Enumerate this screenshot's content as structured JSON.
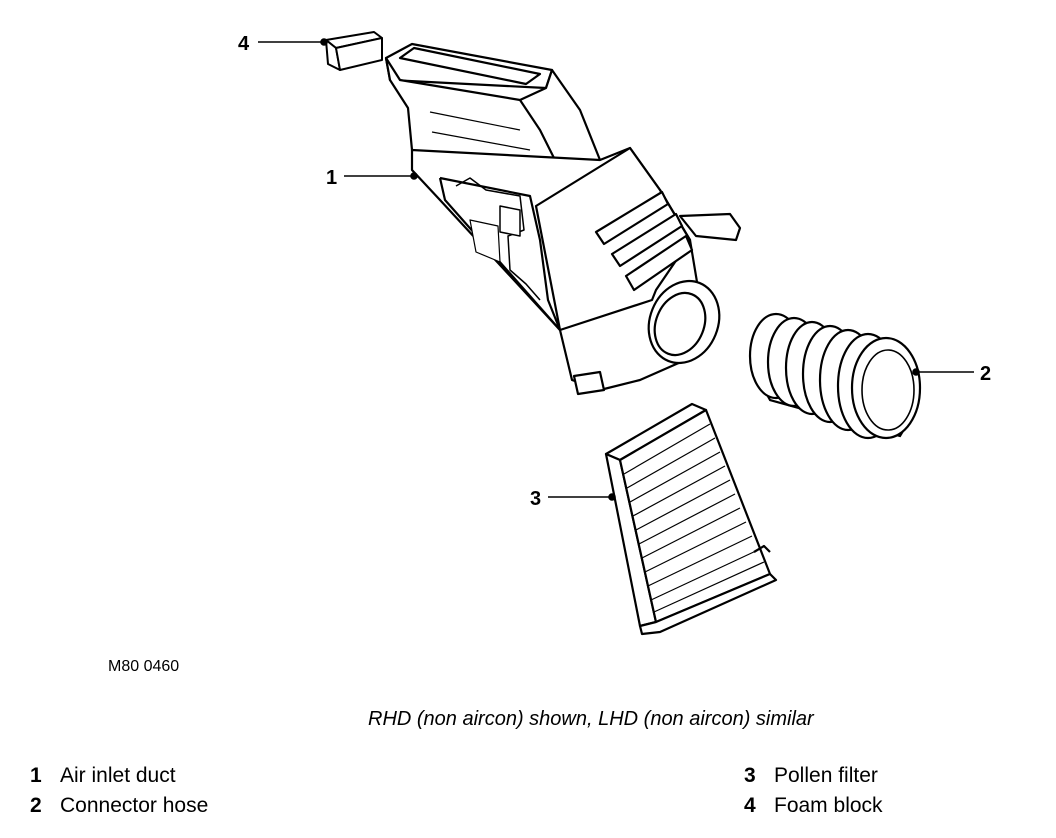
{
  "diagram": {
    "reference_code": "M80 0460",
    "caption": "RHD (non aircon) shown, LHD (non aircon) similar",
    "callouts": [
      {
        "number": "1",
        "part": "Air inlet duct"
      },
      {
        "number": "2",
        "part": "Connector hose"
      },
      {
        "number": "3",
        "part": "Pollen filter"
      },
      {
        "number": "4",
        "part": "Foam block"
      }
    ]
  },
  "legend": {
    "left": [
      {
        "number": "1",
        "label": "Air inlet duct"
      },
      {
        "number": "2",
        "label": "Connector hose"
      }
    ],
    "right": [
      {
        "number": "3",
        "label": "Pollen filter"
      },
      {
        "number": "4",
        "label": "Foam block"
      }
    ]
  }
}
